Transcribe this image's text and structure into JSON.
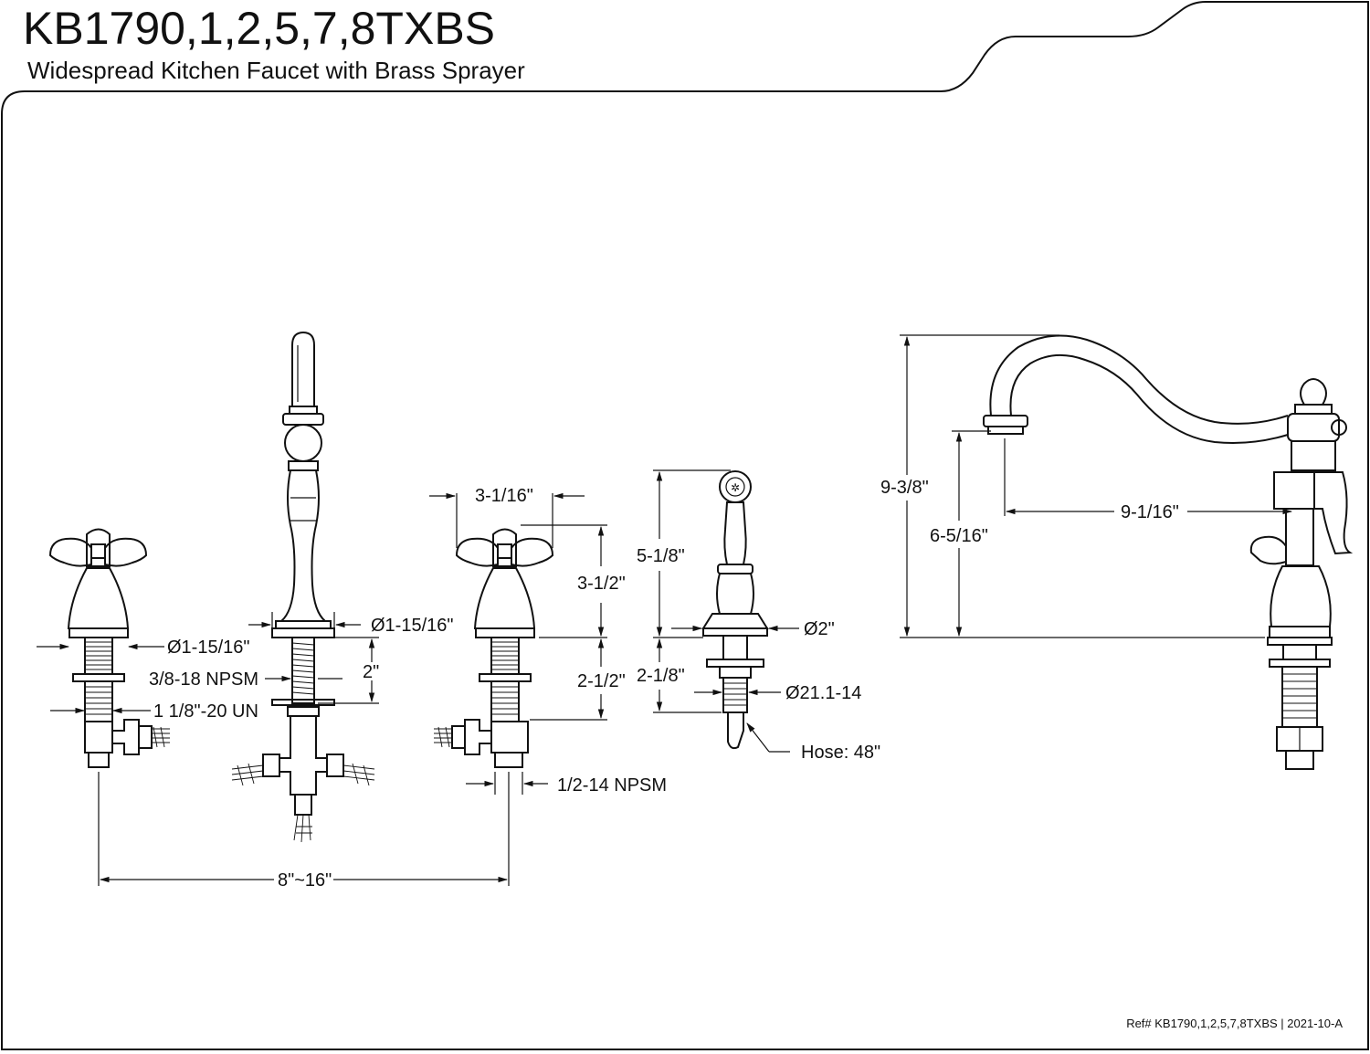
{
  "header": {
    "title": "KB1790,1,2,5,7,8TXBS",
    "subtitle": "Widespread Kitchen Faucet with Brass Sprayer"
  },
  "dimensions": {
    "left_handle_diameter": "Ø1-15/16\"",
    "supply_thread": "3/8-18 NPSM",
    "shank_thread": "1 1/8\"-20 UN",
    "spout_base_diameter": "Ø1-15/16\"",
    "spout_shank_height": "2\"",
    "handle_width": "3-1/16\"",
    "handle_height": "3-1/2\"",
    "shank_length": "2-1/2\"",
    "inlet_thread": "1/2-14 NPSM",
    "center_spread": "8\"~16\"",
    "sprayer_height": "5-1/8\"",
    "sprayer_base_diameter": "Ø2\"",
    "sprayer_shank_length": "2-1/8\"",
    "sprayer_thread": "Ø21.1-14",
    "hose_length": "Hose: 48\"",
    "spout_total_height": "9-3/8\"",
    "spout_outlet_height": "6-5/16\"",
    "spout_reach": "9-1/16\""
  },
  "footer": {
    "reference": "Ref# KB1790,1,2,5,7,8TXBS | 2021-10-A"
  }
}
